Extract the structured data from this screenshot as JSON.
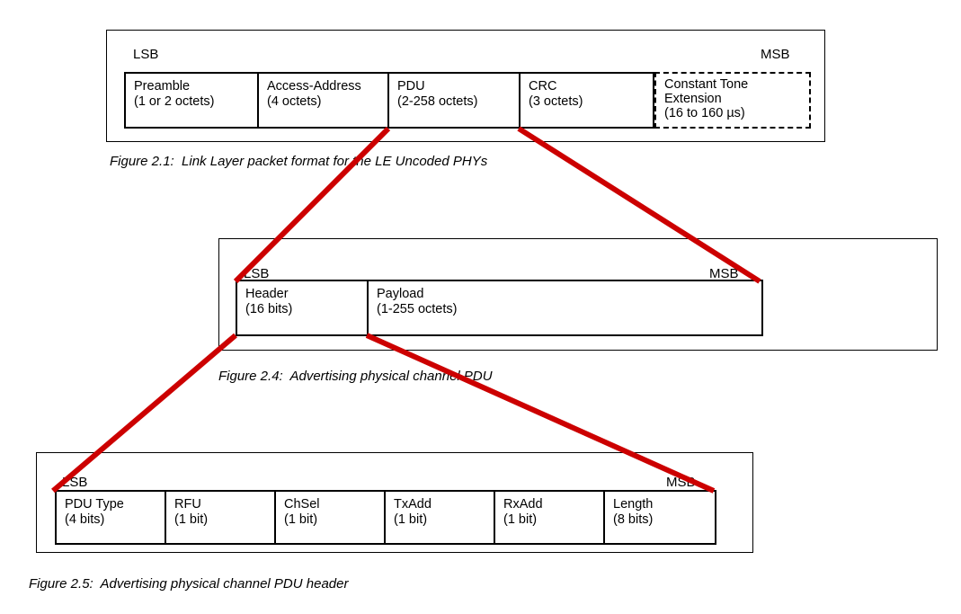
{
  "document": {
    "background_color": "#ffffff",
    "line_color": "#000000",
    "connector_color": "#CC0000"
  },
  "figures": [
    {
      "id": "figure-2-1",
      "lsb_label": "LSB",
      "msb_label": "MSB",
      "caption": "Figure 2.1:  Link Layer packet format for the LE Uncoded PHYs",
      "fields": [
        {
          "name": "Preamble",
          "size": "(1 or 2 octets)",
          "style": "solid"
        },
        {
          "name": "Access-Address",
          "size": "(4 octets)",
          "style": "solid"
        },
        {
          "name": "PDU",
          "size": "(2-258 octets)",
          "style": "solid"
        },
        {
          "name": "CRC",
          "size": "(3 octets)",
          "style": "solid"
        },
        {
          "name": "Constant Tone Extension",
          "size": "(16 to 160 µs)",
          "style": "dashed"
        }
      ]
    },
    {
      "id": "figure-2-4",
      "lsb_label": "LSB",
      "msb_label": "MSB",
      "caption": "Figure 2.4:  Advertising physical channel PDU",
      "fields": [
        {
          "name": "Header",
          "size": "(16 bits)",
          "style": "solid"
        },
        {
          "name": "Payload",
          "size": "(1-255 octets)",
          "style": "solid"
        }
      ]
    },
    {
      "id": "figure-2-5",
      "lsb_label": "LSB",
      "msb_label": "MSB",
      "caption": "Figure 2.5:  Advertising physical channel PDU header",
      "fields": [
        {
          "name": "PDU Type",
          "size": "(4 bits)",
          "style": "solid"
        },
        {
          "name": "RFU",
          "size": "(1 bit)",
          "style": "solid"
        },
        {
          "name": "ChSel",
          "size": "(1 bit)",
          "style": "solid"
        },
        {
          "name": "TxAdd",
          "size": "(1 bit)",
          "style": "solid"
        },
        {
          "name": "RxAdd",
          "size": "(1 bit)",
          "style": "solid"
        },
        {
          "name": "Length",
          "size": "(8 bits)",
          "style": "solid"
        }
      ]
    }
  ],
  "connectors": [
    {
      "from": "figure-2-1.PDU.left",
      "to": "figure-2-4.box.left"
    },
    {
      "from": "figure-2-1.PDU.right",
      "to": "figure-2-4.box.right"
    },
    {
      "from": "figure-2-4.Header.left",
      "to": "figure-2-5.box.left"
    },
    {
      "from": "figure-2-4.Header.right",
      "to": "figure-2-5.box.right"
    }
  ]
}
